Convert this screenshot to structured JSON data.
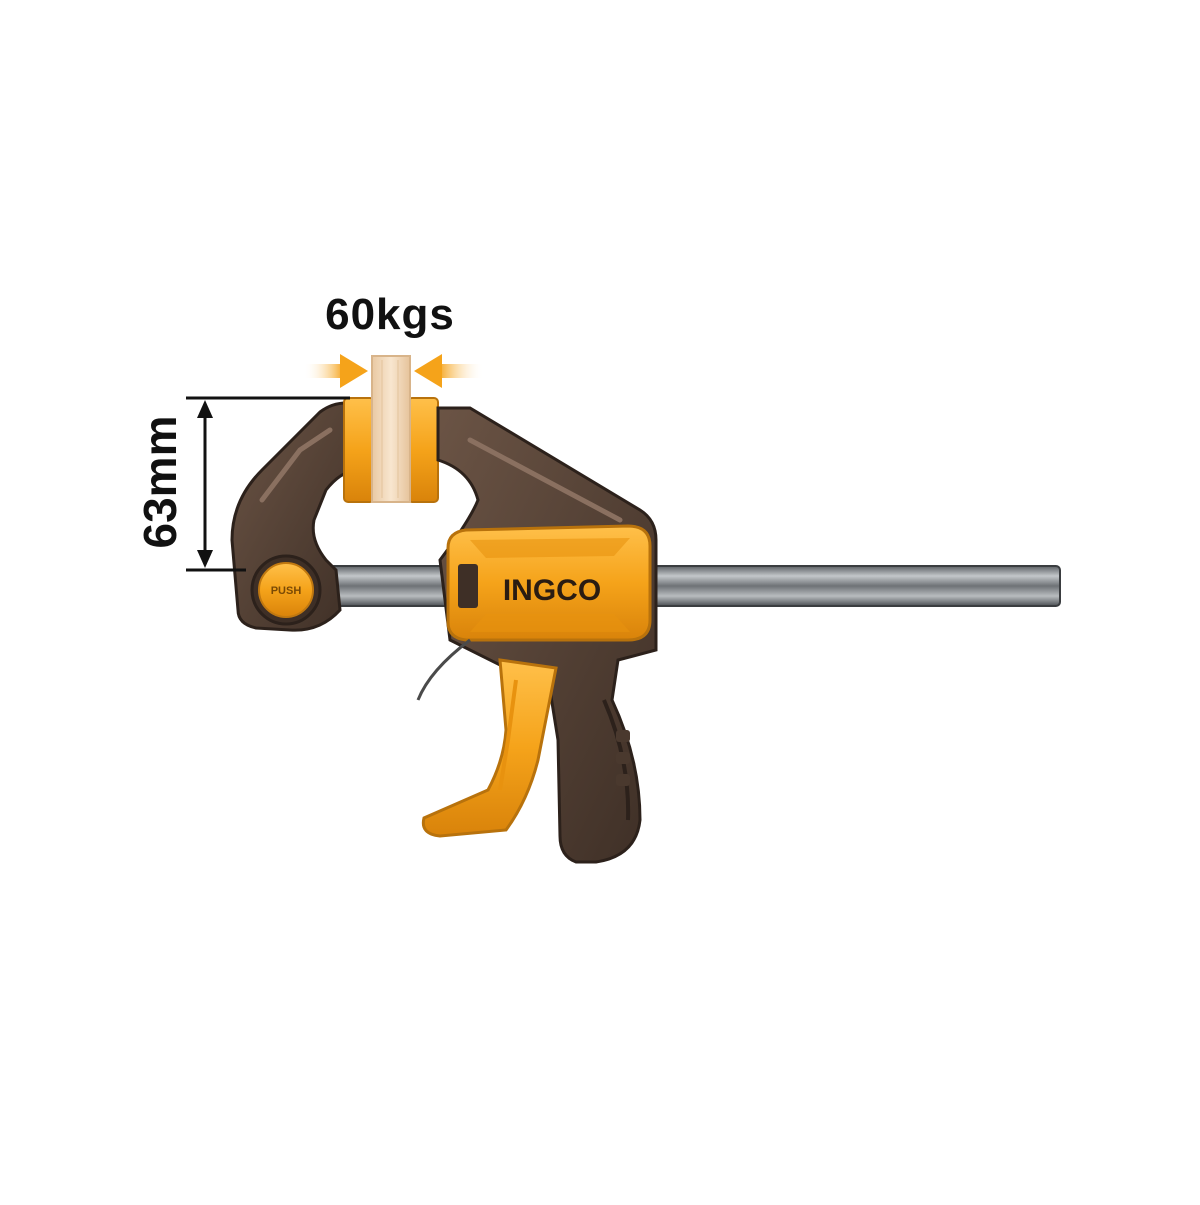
{
  "product": {
    "brand": "INGCO",
    "push_label": "PUSH",
    "colors": {
      "accent": "#f5a31a",
      "body": "#5a4538",
      "rail": "#8a8e92",
      "wood": "#f3dcc0"
    }
  },
  "annotations": {
    "force": "60kgs",
    "throat_depth": "63mm"
  },
  "icons": [
    "arrow-right-icon",
    "arrow-left-icon",
    "dimension-arrow-icon"
  ]
}
